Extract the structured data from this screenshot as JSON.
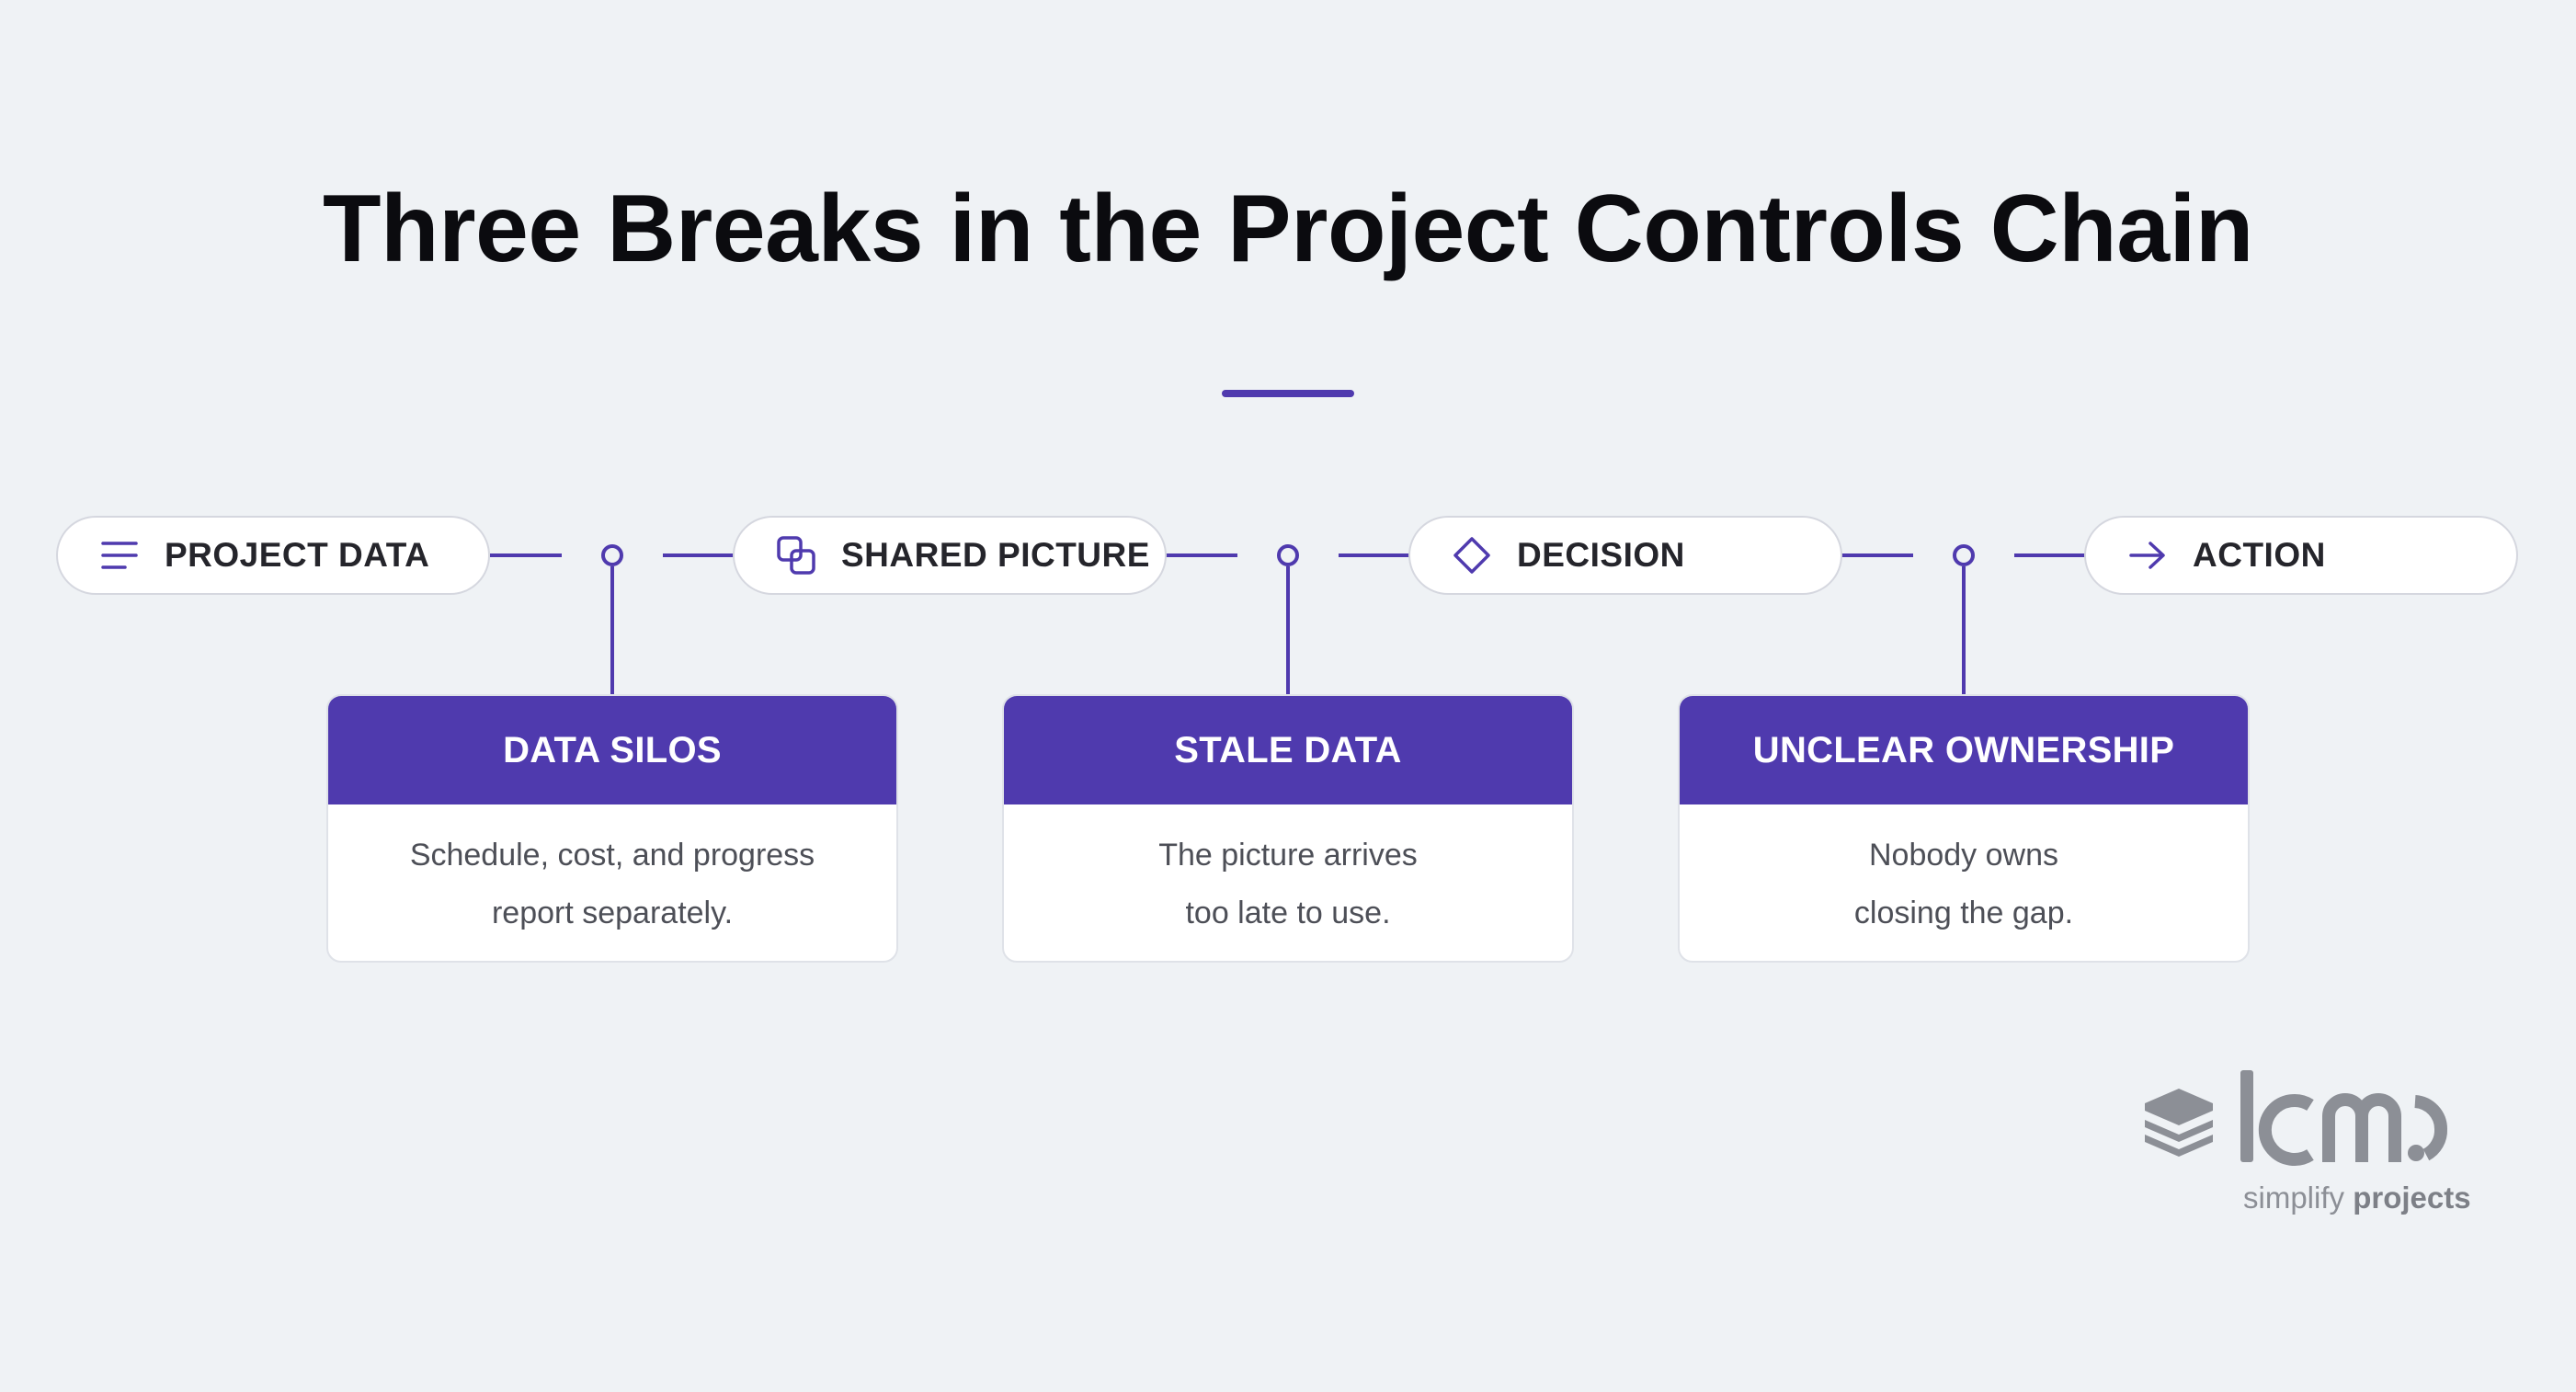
{
  "title": "Three Breaks in the Project Controls Chain",
  "colors": {
    "accent": "#4f3aae",
    "background": "#eff2f5",
    "card": "#ffffff"
  },
  "chain": [
    {
      "label": "PROJECT DATA",
      "icon": "lines-icon"
    },
    {
      "label": "SHARED PICTURE",
      "icon": "overlapping-squares-icon"
    },
    {
      "label": "DECISION",
      "icon": "diamond-icon"
    },
    {
      "label": "ACTION",
      "icon": "arrow-right-icon"
    }
  ],
  "breaks": [
    {
      "title": "DATA SILOS",
      "lines": [
        "Schedule, cost, and progress",
        "report separately."
      ]
    },
    {
      "title": "STALE DATA",
      "lines": [
        "The picture arrives",
        "too late to use."
      ]
    },
    {
      "title": "UNCLEAR OWNERSHIP",
      "lines": [
        "Nobody owns",
        "closing the gap."
      ]
    }
  ],
  "logo": {
    "wordmark": "lcmd",
    "tagline_light": "simplify",
    "tagline_bold": "projects"
  }
}
